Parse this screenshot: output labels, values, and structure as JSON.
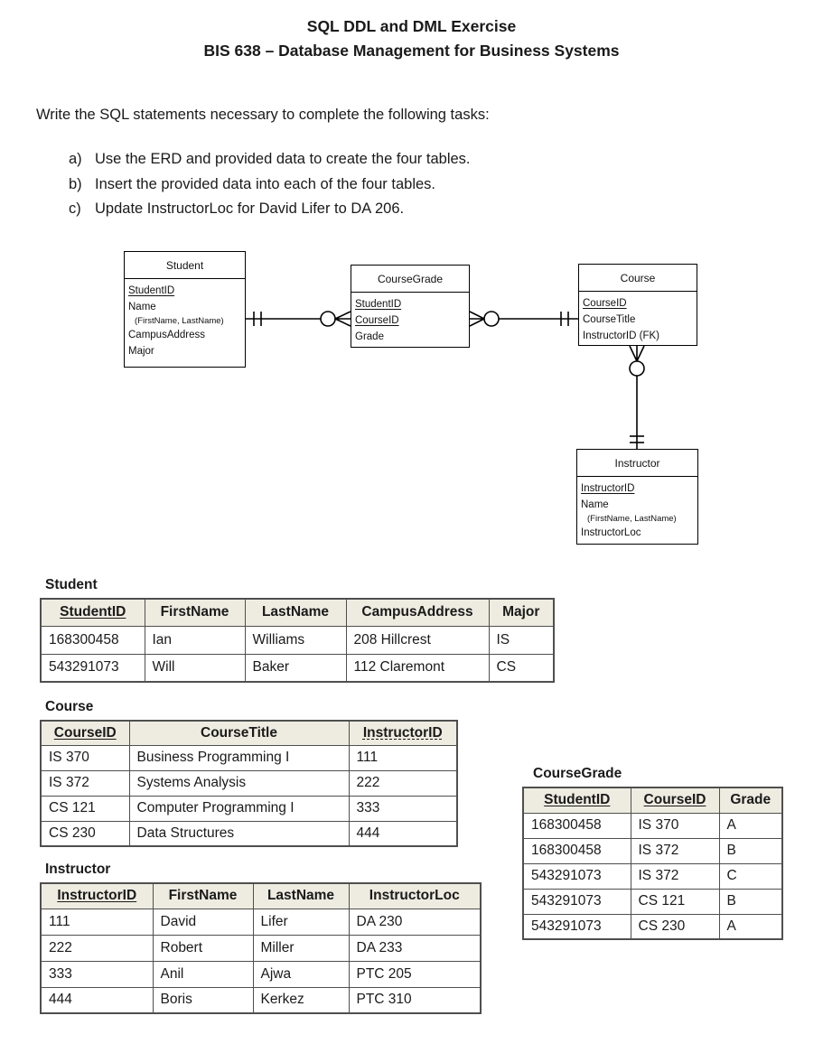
{
  "document": {
    "title": "SQL DDL and DML Exercise",
    "subtitle": "BIS 638 – Database Management for Business Systems",
    "intro": "Write the SQL statements necessary to complete the following tasks:",
    "tasks": [
      {
        "marker": "a)",
        "text": "Use the ERD and provided data to create the four tables."
      },
      {
        "marker": "b)",
        "text": "Insert the provided data into each of the four tables."
      },
      {
        "marker": "c)",
        "text": "Update InstructorLoc for David Lifer to DA 206."
      }
    ]
  },
  "erd": {
    "entities": [
      {
        "id": "student",
        "name": "Student",
        "attributes": [
          {
            "text": "StudentID",
            "underline": "solid"
          },
          {
            "text": "Name"
          },
          {
            "text": "(FirstName, LastName)",
            "small": true
          },
          {
            "text": "CampusAddress"
          },
          {
            "text": "Major"
          }
        ]
      },
      {
        "id": "coursegrade",
        "name": "CourseGrade",
        "attributes": [
          {
            "text": "StudentID",
            "underline": "solid"
          },
          {
            "text": "CourseID",
            "underline": "solid"
          },
          {
            "text": "Grade"
          }
        ]
      },
      {
        "id": "course",
        "name": "Course",
        "attributes": [
          {
            "text": "CourseID",
            "underline": "solid"
          },
          {
            "text": "CourseTitle"
          },
          {
            "text": "InstructorID (FK)"
          }
        ]
      },
      {
        "id": "instructor",
        "name": "Instructor",
        "attributes": [
          {
            "text": "InstructorID",
            "underline": "solid"
          },
          {
            "text": "Name"
          },
          {
            "text": "(FirstName, LastName)",
            "small": true
          },
          {
            "text": "InstructorLoc"
          }
        ]
      }
    ],
    "relationships": [
      {
        "from": "Student",
        "to": "CourseGrade",
        "from_cardinality": "one-and-only-one",
        "to_cardinality": "zero-or-many"
      },
      {
        "from": "Course",
        "to": "CourseGrade",
        "from_cardinality": "one-and-only-one",
        "to_cardinality": "zero-or-many"
      },
      {
        "from": "Instructor",
        "to": "Course",
        "from_cardinality": "one-and-only-one",
        "to_cardinality": "zero-or-many"
      }
    ]
  },
  "tables": {
    "student": {
      "label": "Student",
      "columns": [
        {
          "label": "StudentID",
          "underline": "solid"
        },
        {
          "label": "FirstName"
        },
        {
          "label": "LastName"
        },
        {
          "label": "CampusAddress"
        },
        {
          "label": "Major"
        }
      ],
      "rows": [
        [
          "168300458",
          "Ian",
          "Williams",
          "208 Hillcrest",
          "IS"
        ],
        [
          "543291073",
          "Will",
          "Baker",
          "112 Claremont",
          "CS"
        ]
      ]
    },
    "course": {
      "label": "Course",
      "columns": [
        {
          "label": "CourseID",
          "underline": "solid"
        },
        {
          "label": "CourseTitle"
        },
        {
          "label": "InstructorID",
          "underline": "dashed"
        }
      ],
      "rows": [
        [
          "IS 370",
          "Business Programming I",
          "111"
        ],
        [
          "IS 372",
          "Systems Analysis",
          "222"
        ],
        [
          "CS 121",
          "Computer Programming I",
          "333"
        ],
        [
          "CS 230",
          "Data Structures",
          "444"
        ]
      ]
    },
    "instructor": {
      "label": "Instructor",
      "columns": [
        {
          "label": "InstructorID",
          "underline": "solid"
        },
        {
          "label": "FirstName"
        },
        {
          "label": "LastName"
        },
        {
          "label": "InstructorLoc"
        }
      ],
      "rows": [
        [
          "111",
          "David",
          "Lifer",
          "DA 230"
        ],
        [
          "222",
          "Robert",
          "Miller",
          "DA 233"
        ],
        [
          "333",
          "Anil",
          "Ajwa",
          "PTC 205"
        ],
        [
          "444",
          "Boris",
          "Kerkez",
          "PTC 310"
        ]
      ]
    },
    "coursegrade": {
      "label": "CourseGrade",
      "columns": [
        {
          "label": "StudentID",
          "underline": "solid"
        },
        {
          "label": "CourseID",
          "underline": "solid"
        },
        {
          "label": "Grade"
        }
      ],
      "rows": [
        [
          "168300458",
          "IS 370",
          "A"
        ],
        [
          "168300458",
          "IS 372",
          "B"
        ],
        [
          "543291073",
          "IS 372",
          "C"
        ],
        [
          "543291073",
          "CS 121",
          "B"
        ],
        [
          "543291073",
          "CS 230",
          "A"
        ]
      ]
    }
  },
  "colors": {
    "table_header_bg": "#eeece1",
    "table_border": "#4f4f4f",
    "erd_line": "#000000",
    "text": "#1a1a1a"
  }
}
